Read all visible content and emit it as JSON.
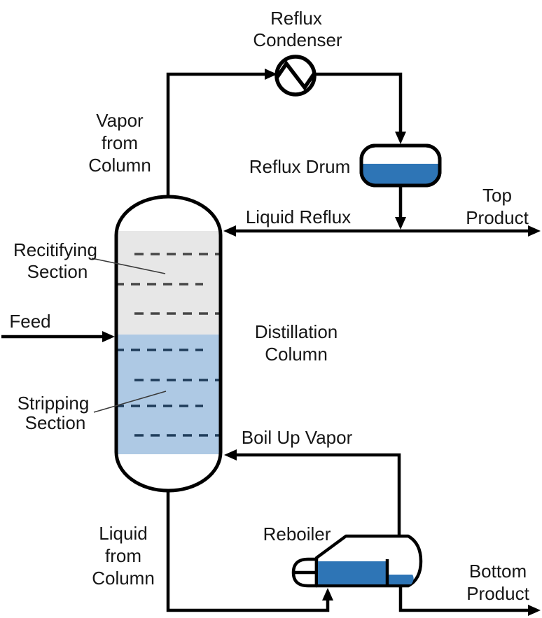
{
  "diagram_title": "Distillation Column",
  "labels": {
    "reflux_condenser": [
      "Reflux",
      "Condenser"
    ],
    "vapor_from_column": [
      "Vapor",
      "from",
      "Column"
    ],
    "reflux_drum": "Reflux Drum",
    "top_product": [
      "Top",
      "Product"
    ],
    "liquid_reflux": "Liquid Reflux",
    "rectifying_section": [
      "Recitifying",
      "Section"
    ],
    "feed": "Feed",
    "distillation_column": [
      "Distillation",
      "Column"
    ],
    "stripping_section": [
      "Stripping",
      "Section"
    ],
    "boil_up_vapor": "Boil Up Vapor",
    "liquid_from_column": [
      "Liquid",
      "from",
      "Column"
    ],
    "reboiler": "Reboiler",
    "bottom_product": [
      "Bottom",
      "Product"
    ]
  },
  "colors": {
    "background": "#ffffff",
    "line": "#000000",
    "text": "#161616",
    "vessel_fill": "#ffffff",
    "rectifying_fill": "#e7e7e7",
    "stripping_fill": "#aec9e4",
    "liquid_fill": "#2e75b6",
    "tray_dash_rectifying": "#474747",
    "tray_dash_stripping": "#1f3c5a"
  }
}
